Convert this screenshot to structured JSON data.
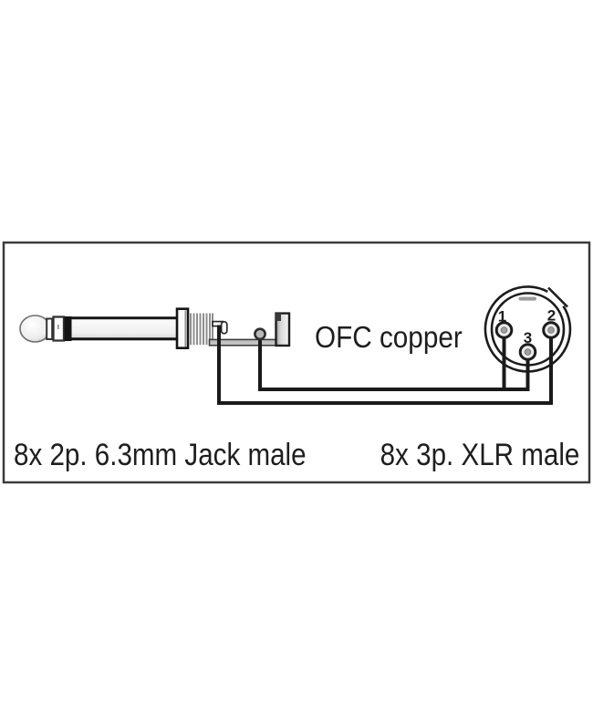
{
  "labels": {
    "cable_note": "OFC copper",
    "left_connector": "8x 2p. 6.3mm Jack male",
    "right_connector": "8x 3p. XLR male"
  },
  "xlr": {
    "pin1": "1",
    "pin2": "2",
    "pin3": "3"
  },
  "colors": {
    "background": "#ffffff",
    "box_border": "#3b3b3b",
    "line": "#1c1c1c",
    "wire": "#1a1a1a",
    "metal_gray": "#c2c2c2",
    "text": "#1e1e1e"
  }
}
